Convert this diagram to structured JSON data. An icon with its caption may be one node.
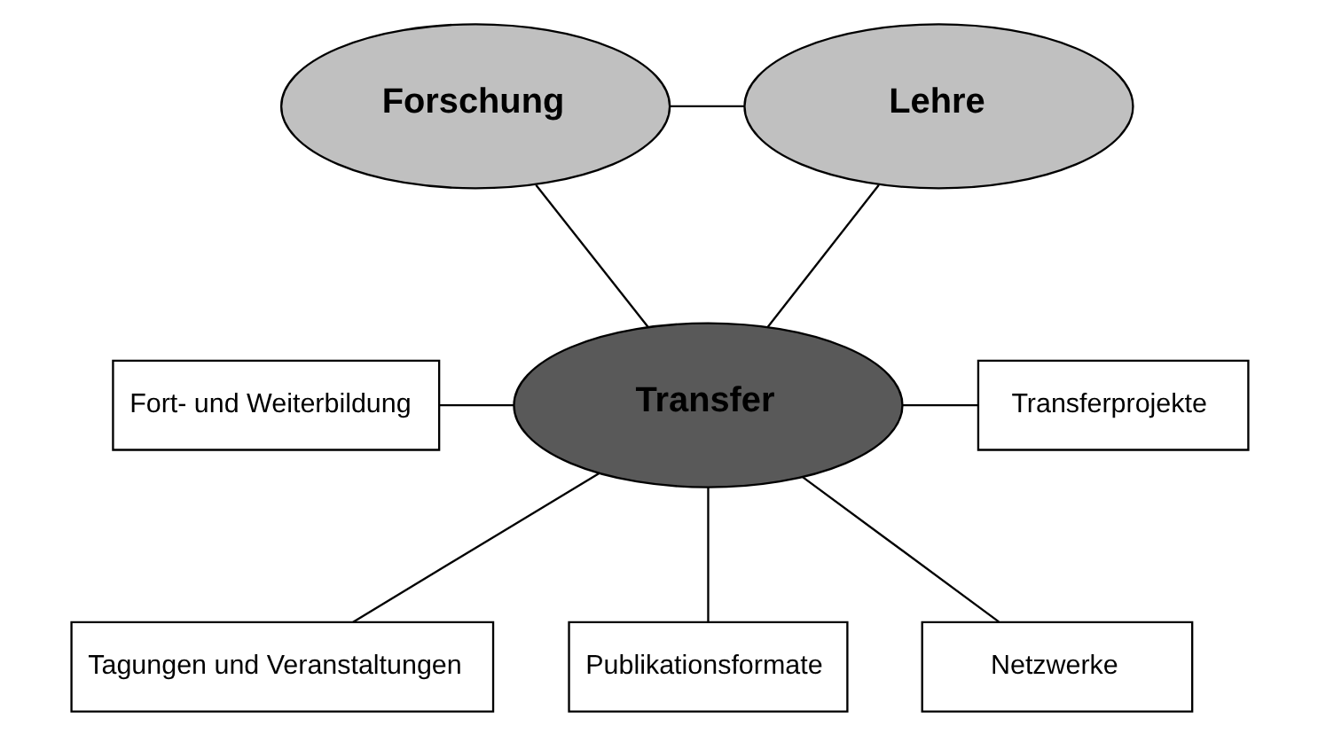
{
  "diagram": {
    "nodes": [
      {
        "text": [
          "Forschung"
        ]
      },
      {
        "text": [
          "Lehre"
        ]
      },
      {
        "text": [
          "Transfer"
        ]
      },
      {
        "text": [
          "Fort- und Weiterbildung"
        ]
      },
      {
        "text": [
          "Transferprojekte"
        ]
      },
      {
        "text": [
          "Tagungen und Veranstaltungen"
        ]
      },
      {
        "text": [
          "Publikationsformate"
        ]
      },
      {
        "text": [
          "Netzwerke"
        ]
      }
    ],
    "edges": [
      {
        "from": 0,
        "to": 1,
        "arrow": "none"
      },
      {
        "from": 0,
        "to": 2,
        "arrow": "none"
      },
      {
        "from": 1,
        "to": 2,
        "arrow": "none"
      },
      {
        "from": 3,
        "to": 2,
        "arrow": "none"
      },
      {
        "from": 2,
        "to": 4,
        "arrow": "none"
      },
      {
        "from": 2,
        "to": 5,
        "arrow": "none"
      },
      {
        "from": 2,
        "to": 6,
        "arrow": "none"
      },
      {
        "from": 2,
        "to": 7,
        "arrow": "none"
      }
    ]
  }
}
